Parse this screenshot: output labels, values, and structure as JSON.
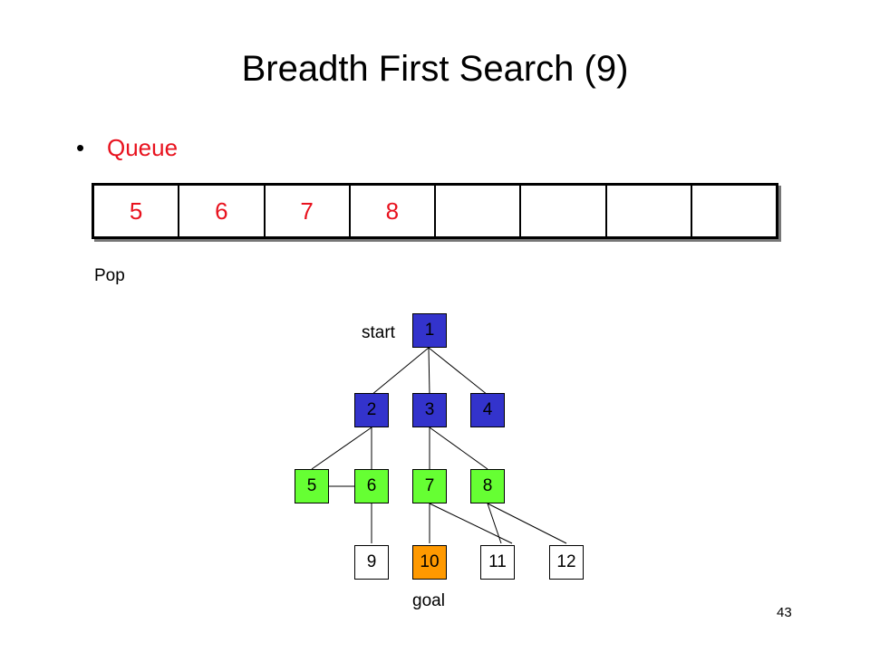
{
  "slide": {
    "title": "Breadth First Search (9)",
    "bullet_symbol": "•",
    "bullet_text": "Queue",
    "pop_label": "Pop",
    "start_label": "start",
    "goal_label": "goal",
    "slide_number": "43"
  },
  "queue": {
    "cells": [
      "5",
      "6",
      "7",
      "8",
      "",
      "",
      "",
      ""
    ]
  },
  "tree": {
    "nodes": [
      {
        "label": "1",
        "state": "visited"
      },
      {
        "label": "2",
        "state": "visited"
      },
      {
        "label": "3",
        "state": "visited"
      },
      {
        "label": "4",
        "state": "visited"
      },
      {
        "label": "5",
        "state": "queued"
      },
      {
        "label": "6",
        "state": "queued"
      },
      {
        "label": "7",
        "state": "queued"
      },
      {
        "label": "8",
        "state": "queued"
      },
      {
        "label": "9",
        "state": "unvisited"
      },
      {
        "label": "10",
        "state": "goal"
      },
      {
        "label": "11",
        "state": "unvisited"
      },
      {
        "label": "12",
        "state": "unvisited"
      }
    ],
    "colors": {
      "visited": "#3333cc",
      "queued": "#66ff33",
      "goal": "#ff9900",
      "unvisited": "#ffffff",
      "queue_text": "#e8121e"
    }
  }
}
